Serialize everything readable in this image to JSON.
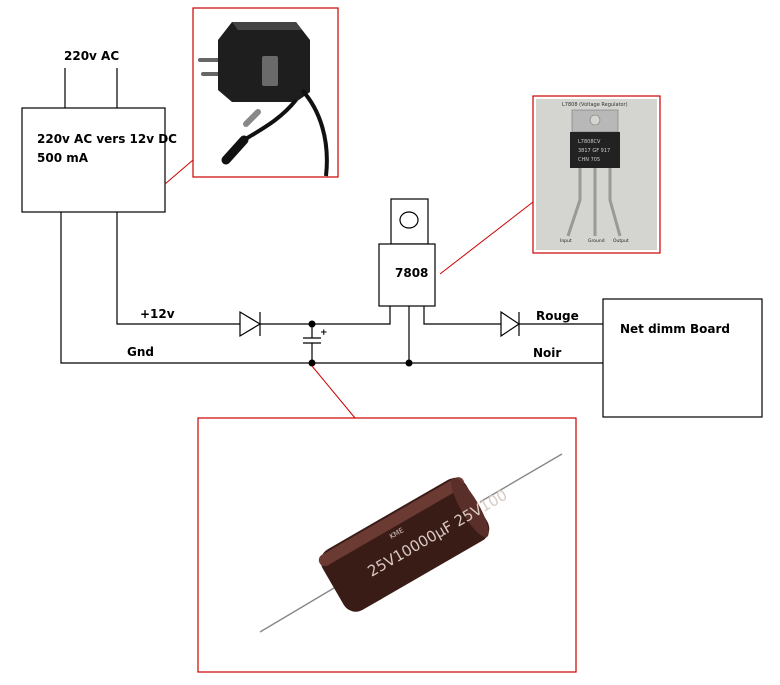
{
  "labels": {
    "ac_input": "220v AC",
    "psu_line1": "220v AC vers 12v DC",
    "psu_line2": "500 mA",
    "plus12v": "+12v",
    "gnd": "Gnd",
    "regulator": "7808",
    "rouge": "Rouge",
    "noir": "Noir",
    "board": "Net dimm Board",
    "cap_polarity": "+"
  },
  "photos": {
    "regulator_photo_caption": "L7808 (Voltage Regulator)",
    "regulator_pins": [
      "Input",
      "Ground",
      "Output"
    ],
    "regulator_marking": [
      "L7808CV",
      "3817 GF 917",
      "CHN 705"
    ],
    "capacitor_marking": "25V10000μF 25V100",
    "capacitor_brand": "KME"
  },
  "colors": {
    "leader": "#cc0000",
    "wire": "#000000"
  }
}
